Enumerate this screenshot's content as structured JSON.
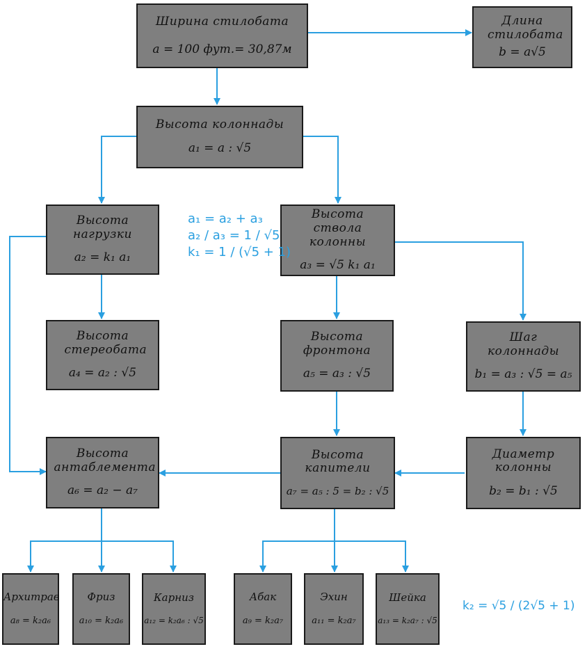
{
  "boxes": {
    "stylobate_width": {
      "title": "Ширина стилобата",
      "formula": "a = 100 фут.= 30,87м"
    },
    "stylobate_length": {
      "title": "Длина стилобата",
      "formula": "b = a√5"
    },
    "colonnade_height": {
      "title": "Высота колоннады",
      "formula": "a₁ = a : √5"
    },
    "load_height": {
      "title": "Высота нагрузки",
      "formula": "a₂ = k₁ a₁"
    },
    "shaft_height": {
      "title": "Высота ствола колонны",
      "formula": "a₃ = √5 k₁ a₁"
    },
    "stereobate_height": {
      "title": "Высота стереобата",
      "formula": "a₄ = a₂ : √5"
    },
    "pediment_height": {
      "title": "Высота фронтона",
      "formula": "a₅ = a₃ : √5"
    },
    "colonnade_step": {
      "title": "Шаг колоннады",
      "formula": "b₁ = a₃ : √5 = a₅"
    },
    "entablature_height": {
      "title": "Высота антаблемента",
      "formula": "a₆ = a₂ − a₇"
    },
    "capital_height": {
      "title": "Высота капители",
      "formula": "a₇ = a₅ : 5 = b₂ : √5"
    },
    "column_diameter": {
      "title": "Диаметр колонны",
      "formula": "b₂ = b₁ : √5"
    },
    "architrave": {
      "title": "Архитрав",
      "formula": "a₈ = k₂a₆"
    },
    "frieze": {
      "title": "Фриз",
      "formula": "a₁₀ = k₂a₆"
    },
    "cornice": {
      "title": "Карниз",
      "formula": "a₁₂ = k₂a₆ : √5"
    },
    "abacus": {
      "title": "Абак",
      "formula": "a₉ = k₂a₇"
    },
    "echinus": {
      "title": "Эхин",
      "formula": "a₁₁ = k₂a₇"
    },
    "neck": {
      "title": "Шейка",
      "formula": "a₁₃ = k₂a₇ : √5"
    }
  },
  "notes": {
    "eq1": "a₁ = a₂ + a₃",
    "eq2": "a₂ / a₃ = 1 / √5",
    "eq3": "k₁ = 1 / (√5 + 1)",
    "eq4": "k₂ = √5 / (2√5 + 1)"
  },
  "colors": {
    "box_fill": "#7f7f7f",
    "box_border": "#1a1a1a",
    "arrow": "#2a9fe0"
  }
}
